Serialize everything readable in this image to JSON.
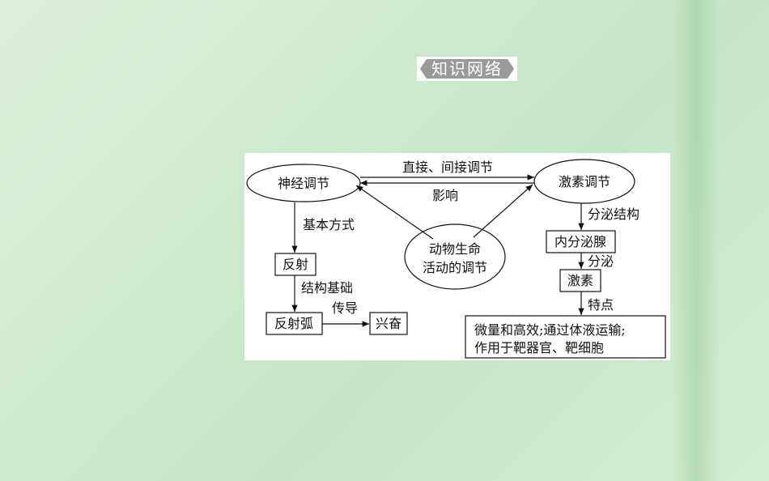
{
  "title": "知识网络",
  "diagram": {
    "nervous": "神经调节",
    "hormonal": "激素调节",
    "center_line1": "动物生命",
    "center_line2": "活动的调节",
    "top_edge": "直接、间接调节",
    "bottom_edge": "影响",
    "basic_mode": "基本方式",
    "reflex": "反射",
    "structural_basis": "结构基础",
    "reflex_arc": "反射弧",
    "conduct": "传导",
    "excitation": "兴奋",
    "secretory_structure": "分泌结构",
    "endocrine_gland": "内分泌腺",
    "secrete": "分泌",
    "hormone": "激素",
    "features": "特点",
    "features_line1": "微量和高效;通过体液运输;",
    "features_line2": "作用于靶器官、靶细胞"
  }
}
